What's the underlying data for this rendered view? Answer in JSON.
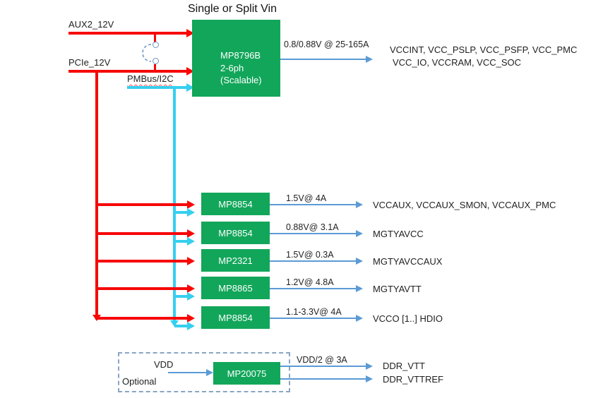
{
  "title": "Single or Split Vin",
  "inputs": {
    "aux": "AUX2_12V",
    "pcie": "PCIe_12V",
    "pmbus": "PMBus/I2C"
  },
  "main": {
    "chip": "MP8796B",
    "line2": "2-6ph",
    "line3": "(Scalable)",
    "output": "0.8/0.88V @ 25-165A",
    "loads1": "VCCINT, VCC_PSLP, VCC_PSFP, VCC_PMC",
    "loads2": "VCC_IO, VCCRAM, VCC_SOC"
  },
  "rails": [
    {
      "chip": "MP8854",
      "output": "1.5V@ 4A",
      "loads": "VCCAUX, VCCAUX_SMON, VCCAUX_PMC",
      "pmbus": true
    },
    {
      "chip": "MP8854",
      "output": "0.88V@ 3.1A",
      "loads": "MGTYAVCC",
      "pmbus": true
    },
    {
      "chip": "MP2321",
      "output": "1.5V@ 0.3A",
      "loads": "MGTYAVCCAUX",
      "pmbus": false
    },
    {
      "chip": "MP8865",
      "output": "1.2V@ 4.8A",
      "loads": "MGTYAVTT",
      "pmbus": true
    },
    {
      "chip": "MP8854",
      "output": "1.1-3.3V@ 4A",
      "loads": "VCCO [1..] HDIO",
      "pmbus": true
    }
  ],
  "optional": {
    "box_label": "Optional",
    "input": "VDD",
    "chip": "MP20075",
    "output": "VDD/2 @ 3A",
    "load1": "DDR_VTT",
    "load2": "DDR_VTTREF"
  },
  "colors": {
    "block_green": "#12a65a",
    "rail_red": "#f70707",
    "pmbus_cyan": "#35cfef",
    "arrow_blue": "#5b9bd5",
    "optional_dash": "#8aa5c2"
  }
}
